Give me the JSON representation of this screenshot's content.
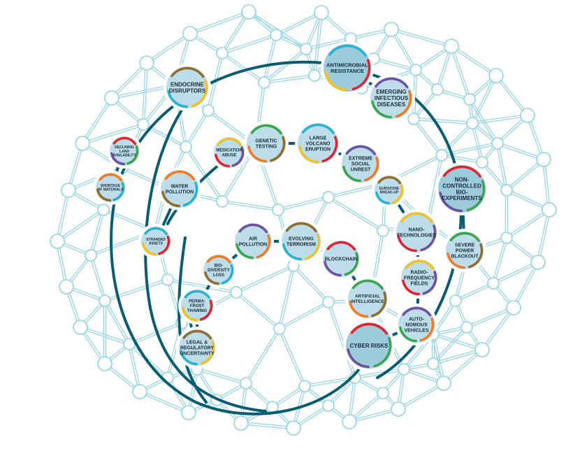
{
  "colors": {
    "web_line": "#8fd3e6",
    "web_node_fill": "#ffffff",
    "trend_line": "#0a5c73",
    "risk_fill": "#bcdde9",
    "risk_fill_large": "#9ccbdc",
    "ring_palette": [
      "#29b3cf",
      "#6e4fa0",
      "#8d6e2c",
      "#e0232f",
      "#f47a20",
      "#f2c21e",
      "#3aa54a"
    ]
  },
  "risks": [
    {
      "id": "antimicrobial",
      "label": "ANTIMICROBIAL\nRESISTANCE",
      "large": true
    },
    {
      "id": "emerging",
      "label": "EMERGING\nINFECTIOUS\nDISEASES",
      "large": false
    },
    {
      "id": "endocrine",
      "label": "ENDOCRINE\nDISRUPTORS",
      "large": false
    },
    {
      "id": "declining",
      "label": "DECLINING\nLAND\nAVAILABILITY",
      "large": false
    },
    {
      "id": "shortage",
      "label": "SHORTAGE\nOF MATERIALS",
      "large": false
    },
    {
      "id": "medication",
      "label": "MEDICATION\nABUSE",
      "large": false
    },
    {
      "id": "genetic",
      "label": "GENETIC\nTESTING",
      "large": false
    },
    {
      "id": "volcano",
      "label": "LARGE\nVOLCANO\nERUPTION",
      "large": false
    },
    {
      "id": "unrest",
      "label": "EXTREME\nSOCIAL\nUNREST",
      "large": false
    },
    {
      "id": "eurozone",
      "label": "EUROZONE\nBREAK-UP",
      "large": false
    },
    {
      "id": "noncontrolled",
      "label": "NON-\nCONTROLLED\nBIO-\nEXPERIMENTS",
      "large": true
    },
    {
      "id": "water",
      "label": "WATER\nPOLLUTION",
      "large": false
    },
    {
      "id": "nano",
      "label": "NANO-\nTECHNOLOGIES",
      "large": false
    },
    {
      "id": "blackout",
      "label": "SEVERE\nPOWER\nBLACKOUT",
      "large": false
    },
    {
      "id": "stranded",
      "label": "STRANDED\nASSETS",
      "large": false
    },
    {
      "id": "air",
      "label": "AIR\nPOLLUTION",
      "large": false
    },
    {
      "id": "terrorism",
      "label": "EVOLVING\nTERRORISM",
      "large": false
    },
    {
      "id": "blockchain",
      "label": "BLOCKCHAIN",
      "large": false
    },
    {
      "id": "biodiversity",
      "label": "BIO-\nDIVERSITY\nLOSS",
      "large": false
    },
    {
      "id": "radio",
      "label": "RADIO-\nFREQUENCY\nFIELDS",
      "large": false
    },
    {
      "id": "ai",
      "label": "ARTIFICIAL\nINTELLIGENCE",
      "large": false
    },
    {
      "id": "permafrost",
      "label": "PERMA-\nFROST\nTHAWING",
      "large": false
    },
    {
      "id": "autonomous",
      "label": "AUTO-\nNOMOUS\nVEHICLES",
      "large": false
    },
    {
      "id": "legal",
      "label": "LEGAL &\nREGULATORY\nUNCERTAINTY",
      "large": false
    },
    {
      "id": "cyber",
      "label": "CYBER RISKS",
      "large": true
    }
  ]
}
